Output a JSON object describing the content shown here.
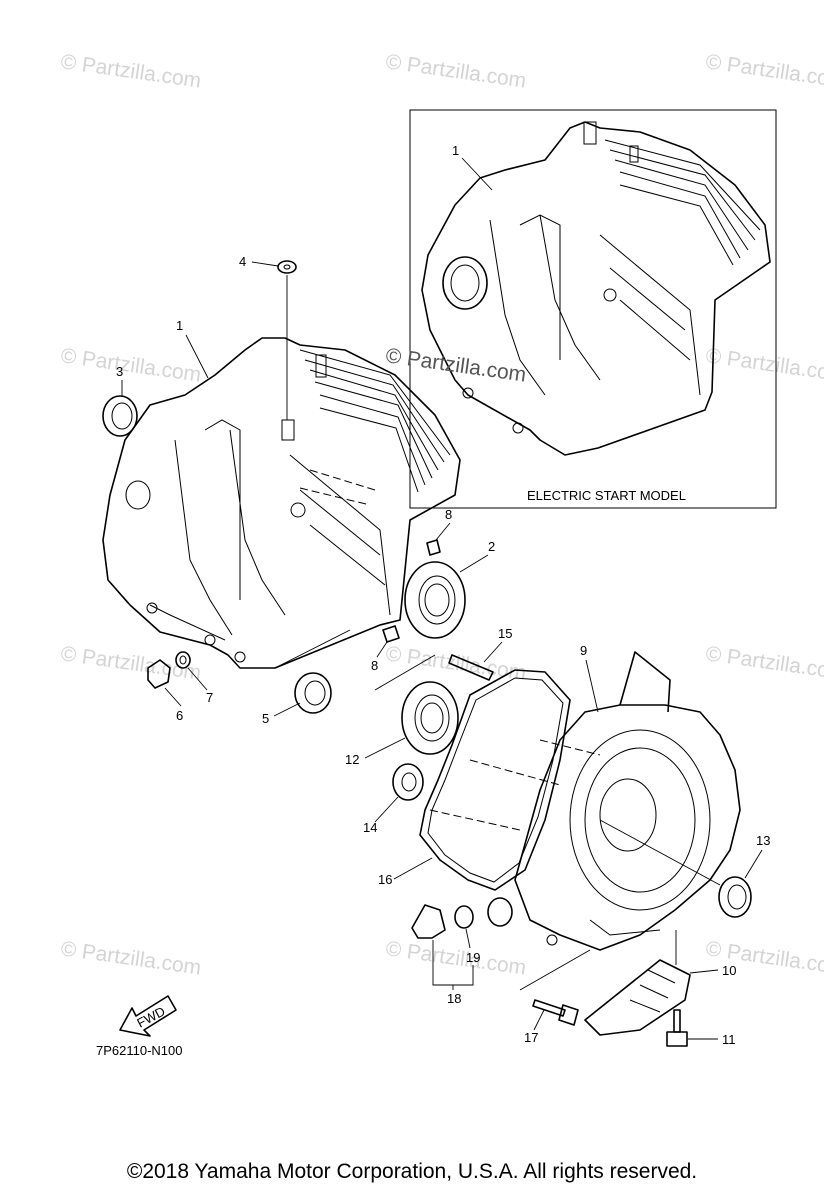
{
  "watermark_text": "© Partzilla.com",
  "inset_caption": "ELECTRIC START MODEL",
  "inset_part_label": "1",
  "figure_code": "7P62110-N100",
  "fwd_arrow_text": "FWD",
  "copyright": "©2018  Yamaha Motor Corporation, U.S.A. All rights reserved.",
  "callouts": [
    "1",
    "2",
    "3",
    "4",
    "5",
    "6",
    "7",
    "8",
    "8",
    "9",
    "10",
    "11",
    "12",
    "13",
    "14",
    "15",
    "16",
    "17",
    "18",
    "19"
  ]
}
